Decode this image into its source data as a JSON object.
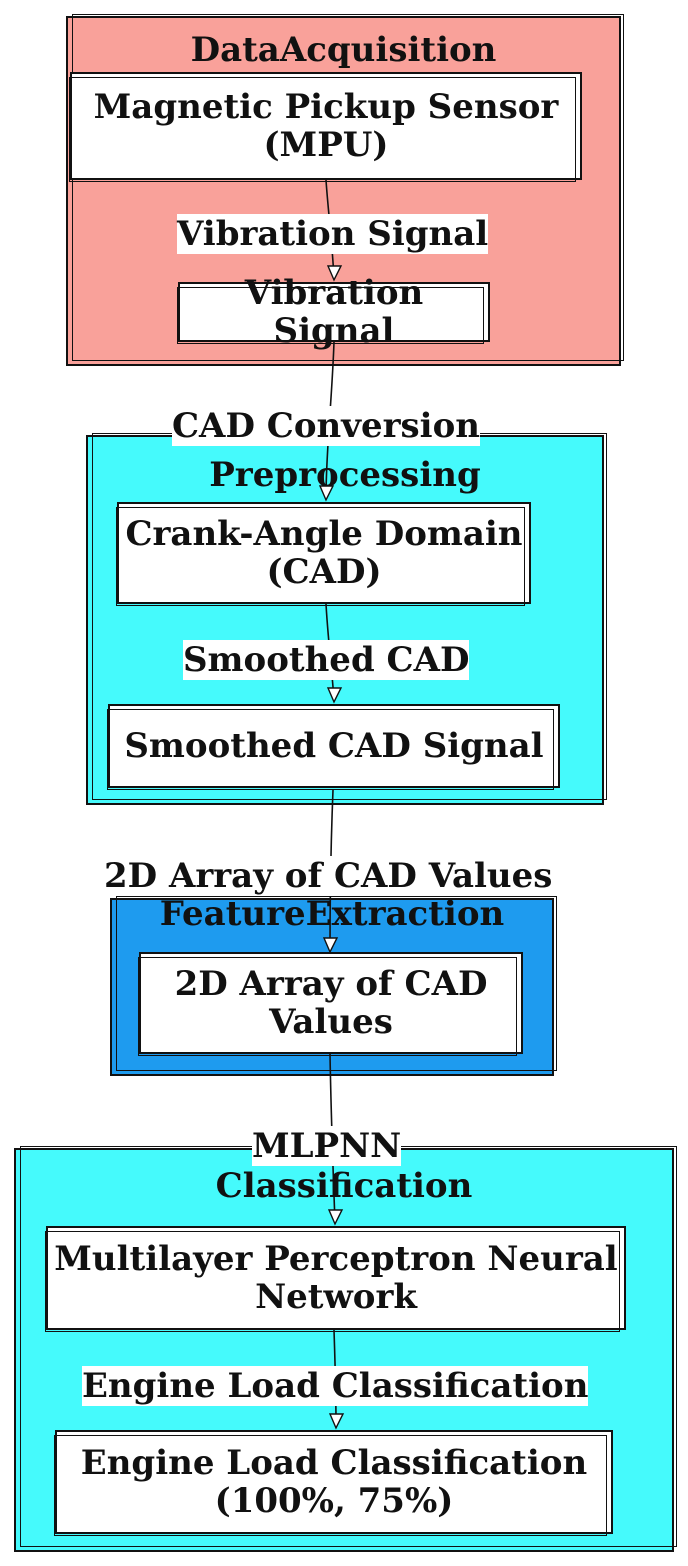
{
  "colors": {
    "data_acquisition": "#f9a19a",
    "preprocessing": "#45fafc",
    "feature_extraction": "#1e9bef",
    "classification": "#45fafc",
    "stroke": "#111111"
  },
  "clusters": {
    "data_acquisition": "DataAcquisition",
    "preprocessing": "Preprocessing",
    "feature_extraction": "FeatureExtraction",
    "classification": "Classification"
  },
  "nodes": {
    "mpu_line1": "Magnetic Pickup Sensor",
    "mpu_line2": "(MPU)",
    "vibration_signal": "Vibration Signal",
    "cad_line1": "Crank-Angle Domain",
    "cad_line2": "(CAD)",
    "smoothed_signal": "Smoothed CAD Signal",
    "array_line1": "2D Array of CAD",
    "array_line2": "Values",
    "mlpnn_line1": "Multilayer Perceptron Neural",
    "mlpnn_line2": "Network",
    "load_line1": "Engine Load Classification",
    "load_line2": "(100%, 75%)"
  },
  "edges": {
    "mpu_to_vibration": "Vibration Signal",
    "vibration_to_cad": "CAD Conversion",
    "cad_to_smoothed": "Smoothed CAD",
    "smoothed_to_array": "2D Array of CAD Values",
    "array_to_mlpnn": "MLPNN",
    "mlpnn_to_load": "Engine Load Classification"
  }
}
